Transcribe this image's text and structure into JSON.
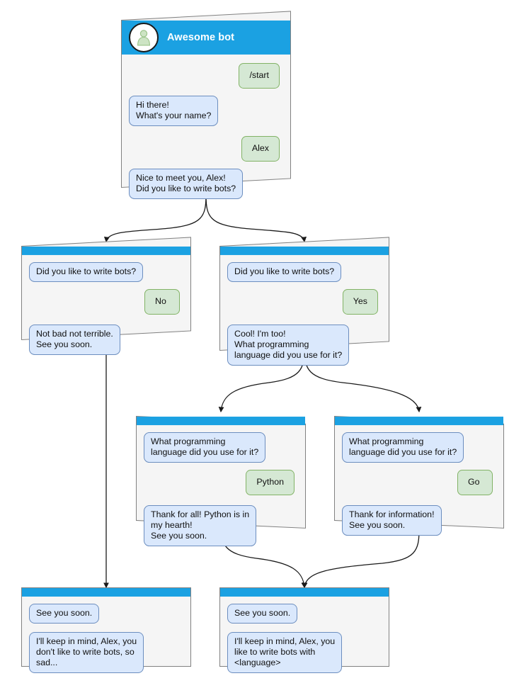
{
  "diagram": {
    "type": "bot-conversation-flowchart",
    "colors": {
      "header_blue": "#1ba1e2",
      "card_background": "#f5f5f5",
      "card_border": "#818181",
      "bot_bubble_fill": "#dae8fc",
      "bot_bubble_border": "#6c8ebf",
      "user_bubble_fill": "#d5e8d4",
      "user_bubble_border": "#82b366",
      "edge_stroke": "#1a1a1a",
      "page_background": "#ffffff"
    }
  },
  "nodes": [
    {
      "id": "start",
      "title": "Awesome bot",
      "has_title_bar": true,
      "avatar_icon": "person-avatar-icon",
      "messages": [
        {
          "side": "user",
          "text": "/start"
        },
        {
          "side": "bot",
          "text": "Hi there!\nWhat's your name?"
        },
        {
          "side": "user",
          "text": "Alex"
        },
        {
          "side": "bot",
          "text": "Nice to meet you, Alex!\nDid you like to write bots?"
        }
      ]
    },
    {
      "id": "answer-no",
      "title": "",
      "has_title_bar": false,
      "messages": [
        {
          "side": "bot",
          "text": "Did you like to write bots?"
        },
        {
          "side": "user",
          "text": "No"
        },
        {
          "side": "bot",
          "text": "Not bad not terrible.\nSee you soon."
        }
      ]
    },
    {
      "id": "answer-yes",
      "title": "",
      "has_title_bar": false,
      "messages": [
        {
          "side": "bot",
          "text": "Did you like to write bots?"
        },
        {
          "side": "user",
          "text": "Yes"
        },
        {
          "side": "bot",
          "text": "Cool! I'm too!\nWhat programming\nlanguage did you use for it?"
        }
      ]
    },
    {
      "id": "answer-python",
      "title": "",
      "has_title_bar": false,
      "messages": [
        {
          "side": "bot",
          "text": "What programming\nlanguage did you use for it?"
        },
        {
          "side": "user",
          "text": "Python"
        },
        {
          "side": "bot",
          "text": "Thank for all! Python is in\nmy hearth!\nSee you soon."
        }
      ]
    },
    {
      "id": "answer-go",
      "title": "",
      "has_title_bar": false,
      "messages": [
        {
          "side": "bot",
          "text": "What programming\nlanguage did you use for it?"
        },
        {
          "side": "user",
          "text": "Go"
        },
        {
          "side": "bot",
          "text": "Thank for information!\nSee you soon."
        }
      ]
    },
    {
      "id": "end-no",
      "title": "",
      "has_title_bar": false,
      "messages": [
        {
          "side": "bot",
          "text": "See you soon."
        },
        {
          "side": "bot",
          "text": "I'll keep in mind, Alex, you\ndon't like to write bots, so\nsad..."
        }
      ]
    },
    {
      "id": "end-yes",
      "title": "",
      "has_title_bar": false,
      "messages": [
        {
          "side": "bot",
          "text": "See you soon."
        },
        {
          "side": "bot",
          "text": "I'll keep in mind, Alex, you\nlike to write bots with\n<language>"
        }
      ]
    }
  ],
  "edges": [
    {
      "from": "start",
      "to": "answer-no"
    },
    {
      "from": "start",
      "to": "answer-yes"
    },
    {
      "from": "answer-yes",
      "to": "answer-python"
    },
    {
      "from": "answer-yes",
      "to": "answer-go"
    },
    {
      "from": "answer-no",
      "to": "end-no"
    },
    {
      "from": "answer-python",
      "to": "end-yes"
    },
    {
      "from": "answer-go",
      "to": "end-yes"
    }
  ]
}
